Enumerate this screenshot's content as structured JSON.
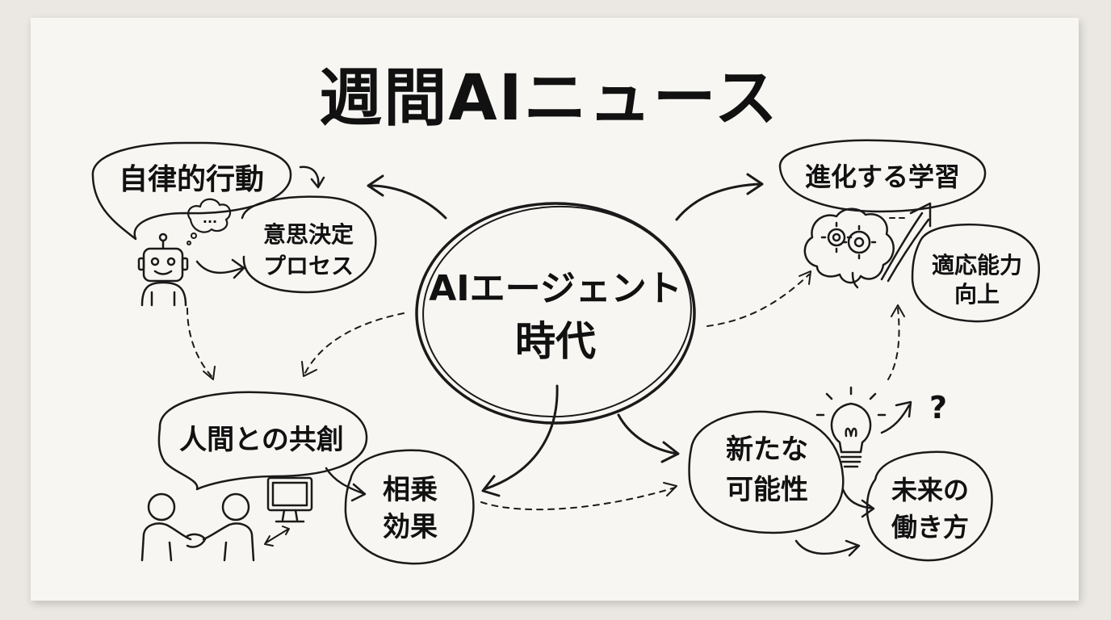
{
  "title": "週間AIニュース",
  "center": {
    "line1": "AIエージェント",
    "line2": "時代"
  },
  "nodes": {
    "autonomous": "自律的行動",
    "decision": {
      "line1": "意思決定",
      "line2": "プロセス"
    },
    "evolving": "進化する学習",
    "adaptive": {
      "line1": "適応能力",
      "line2": "向上"
    },
    "cocreation": "人間との共創",
    "synergy": {
      "line1": "相乗",
      "line2": "効果"
    },
    "possibility": {
      "line1": "新たな",
      "line2": "可能性"
    },
    "future": {
      "line1": "未来の",
      "line2": "働き方"
    }
  },
  "thought_bubble_text": "...",
  "question_mark": "?",
  "colors": {
    "ink": "#1a1a1a",
    "paper": "#f7f6f3",
    "wall": "#ebe8e3"
  },
  "icons": [
    "robot-icon",
    "thought-bubble-icon",
    "brain-gears-icon",
    "growth-arrow-icon",
    "lightbulb-icon",
    "handshake-people-icon",
    "computer-monitor-icon"
  ]
}
